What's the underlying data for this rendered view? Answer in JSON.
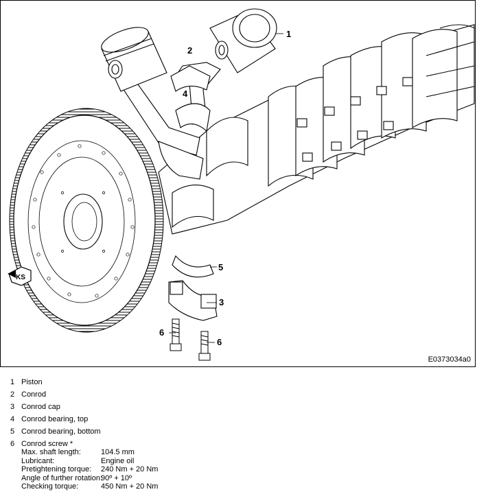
{
  "figure": {
    "callouts": [
      "1",
      "2",
      "3",
      "4",
      "5",
      "6",
      "6"
    ],
    "direction_marker": "KS",
    "figure_id": "E0373034a0"
  },
  "legend": {
    "items": [
      {
        "number": "1",
        "label": "Piston"
      },
      {
        "number": "2",
        "label": "Conrod"
      },
      {
        "number": "3",
        "label": "Conrod cap"
      },
      {
        "number": "4",
        "label": "Conrod bearing, top"
      },
      {
        "number": "5",
        "label": "Conrod bearing, bottom"
      },
      {
        "number": "6",
        "label": "Conrod screw *"
      }
    ],
    "specs": [
      {
        "label": "Max. shaft length:",
        "value": "104.5 mm"
      },
      {
        "label": "Lubricant:",
        "value": "Engine oil"
      },
      {
        "label": "Pretightening torque:",
        "value": "240 Nm + 20 Nm"
      },
      {
        "label": "Angle of further rotation:",
        "value": "90º + 10º"
      },
      {
        "label": "Checking torque:",
        "value": "450 Nm + 20 Nm"
      }
    ]
  }
}
